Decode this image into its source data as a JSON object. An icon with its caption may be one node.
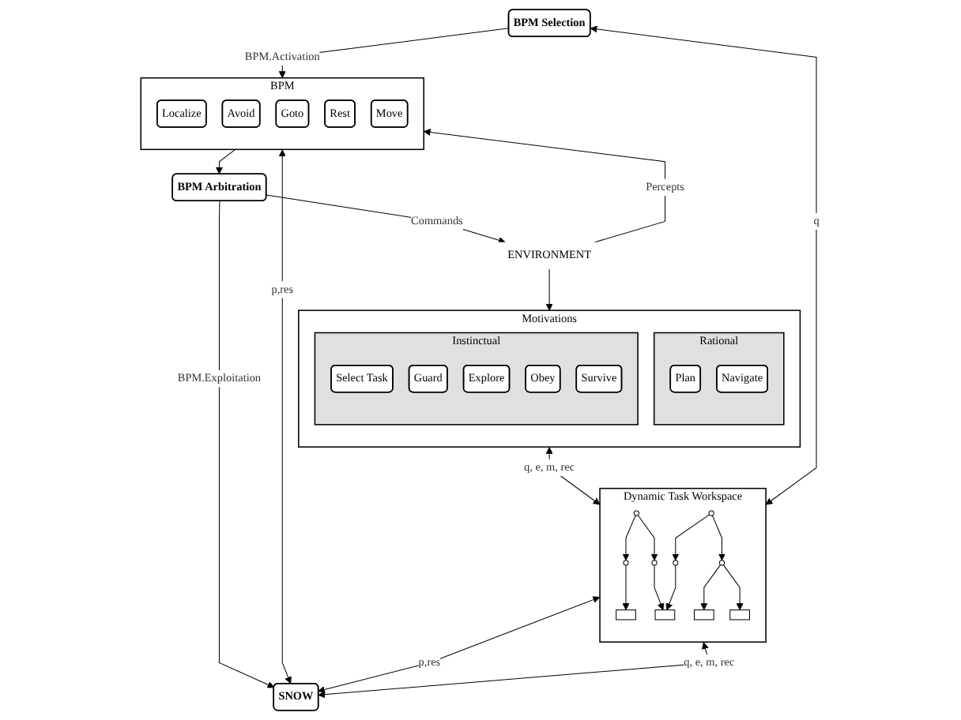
{
  "diagram": {
    "nodes": [
      {
        "text": [
          "Motivations"
        ]
      },
      {
        "text": [
          "Rational"
        ],
        "in": 0
      },
      {
        "text": [
          "Plan"
        ],
        "in": 1
      },
      {
        "text": [
          "Navigate"
        ],
        "in": 1
      },
      {
        "text": [
          "Instinctual"
        ],
        "in": 0
      },
      {
        "text": [
          "Select Task"
        ],
        "in": 4
      },
      {
        "text": [
          "Guard"
        ],
        "in": 4
      },
      {
        "text": [
          "Explore"
        ],
        "in": 4
      },
      {
        "text": [
          "Obey"
        ],
        "in": 4
      },
      {
        "text": [
          "Survive"
        ],
        "in": 4
      },
      {
        "text": [
          "Dynamic Task Workspace"
        ]
      },
      {
        "text": [],
        "shape": "circle",
        "in": 10
      },
      {
        "text": [],
        "shape": "circle",
        "in": 10
      },
      {
        "text": [],
        "shape": "circle",
        "in": 10
      },
      {
        "text": [],
        "shape": "circle",
        "in": 10
      },
      {
        "text": [],
        "shape": "circle",
        "in": 10
      },
      {
        "text": [],
        "shape": "circle",
        "in": 10
      },
      {
        "text": [],
        "shape": "box",
        "in": 10
      },
      {
        "text": [],
        "shape": "box",
        "in": 10
      },
      {
        "text": [],
        "shape": "box",
        "in": 10
      },
      {
        "text": [],
        "shape": "box",
        "in": 10
      },
      {
        "text": [
          "BPM Selection"
        ]
      },
      {
        "text": [
          "BPM"
        ]
      },
      {
        "text": [
          "Localize"
        ],
        "in": 22
      },
      {
        "text": [
          "Avoid"
        ],
        "in": 22
      },
      {
        "text": [
          "Goto"
        ],
        "in": 22
      },
      {
        "text": [
          "Rest"
        ],
        "in": 22
      },
      {
        "text": [
          "Move"
        ],
        "in": 22
      },
      {
        "text": [
          "SNOW"
        ]
      },
      {
        "text": [
          "BPM Arbitration"
        ]
      },
      {
        "text": [
          "ENVIRONMENT"
        ]
      }
    ],
    "edges": [
      {
        "from": 0,
        "to": 10,
        "arrow": "both",
        "label": "q, e, m, rec"
      },
      {
        "from": 21,
        "to": 10,
        "arrow": "both",
        "label": "q"
      },
      {
        "from": 21,
        "to": 22,
        "arrow": "to",
        "label": "BPM.Activation"
      },
      {
        "from": 22,
        "to": 28,
        "arrow": "both",
        "label": "p,res"
      },
      {
        "from": 10,
        "to": 28,
        "arrow": "both",
        "label": "p,res"
      },
      {
        "from": 10,
        "to": 28,
        "arrow": "both",
        "label": "q, e, m, rec"
      },
      {
        "from": 29,
        "to": 28,
        "arrow": "to",
        "label": "BPM.Exploitation"
      },
      {
        "from": 29,
        "to": 30,
        "arrow": "to",
        "label": "Commands"
      },
      {
        "from": 30,
        "to": 0,
        "arrow": "to"
      },
      {
        "from": 30,
        "to": 22,
        "arrow": "to",
        "label": "Percepts"
      },
      {
        "from": 22,
        "to": 29,
        "arrow": "to"
      },
      {
        "from": 11,
        "to": 13,
        "arrow": "to"
      },
      {
        "from": 11,
        "to": 14,
        "arrow": "to"
      },
      {
        "from": 13,
        "to": 17,
        "arrow": "to"
      },
      {
        "from": 14,
        "to": 18,
        "arrow": "to"
      },
      {
        "from": 12,
        "to": 15,
        "arrow": "to"
      },
      {
        "from": 12,
        "to": 16,
        "arrow": "to"
      },
      {
        "from": 15,
        "to": 18,
        "arrow": "to"
      },
      {
        "from": 16,
        "to": 19,
        "arrow": "to"
      },
      {
        "from": 16,
        "to": 20,
        "arrow": "to"
      }
    ]
  }
}
